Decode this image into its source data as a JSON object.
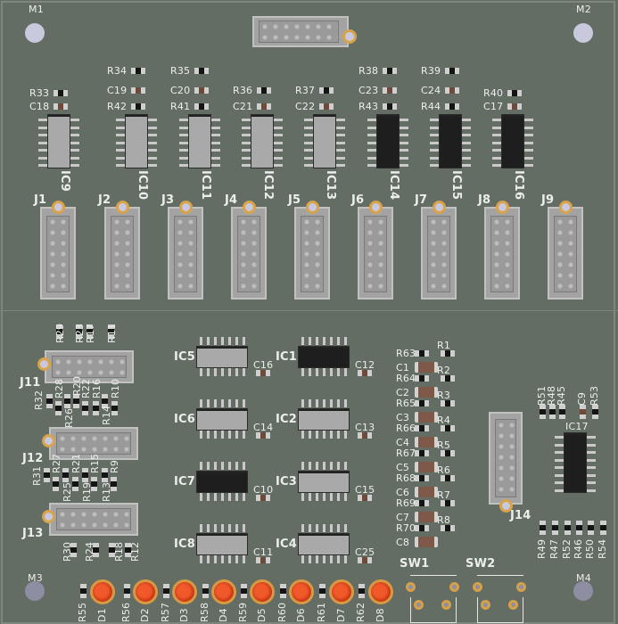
{
  "mounting_holes": [
    "M1",
    "M2",
    "M3",
    "M4"
  ],
  "top_ics": [
    "IC9",
    "IC10",
    "IC11",
    "IC12",
    "IC13",
    "IC14",
    "IC15",
    "IC16"
  ],
  "top_ic_body_colors": [
    "#a9a9a9",
    "#a9a9a9",
    "#a9a9a9",
    "#a9a9a9",
    "#a9a9a9",
    "#1e1e1e",
    "#1e1e1e",
    "#1e1e1e"
  ],
  "top_passives": [
    [
      "R33",
      "C18"
    ],
    [
      "R34",
      "C19",
      "R42"
    ],
    [
      "R35",
      "C20",
      "R41"
    ],
    [
      "R36",
      "C21"
    ],
    [
      "R37",
      "C22"
    ],
    [
      "R38",
      "C23",
      "R43"
    ],
    [
      "R39",
      "C24",
      "R44"
    ],
    [
      "R40",
      "C17"
    ]
  ],
  "top_connectors": [
    "J1",
    "J2",
    "J3",
    "J4",
    "J5",
    "J6",
    "J7",
    "J8",
    "J9"
  ],
  "left_connectors": [
    "J11",
    "J12",
    "J13"
  ],
  "left_resistors": {
    "above_j11": [
      "R29",
      "R23",
      "R17",
      "R11"
    ],
    "below_j11": [
      "R32",
      "R28",
      "R26",
      "R20",
      "R22",
      "R16",
      "R14",
      "R10"
    ],
    "below_j12": [
      "R31",
      "R27",
      "R25",
      "R21",
      "R19",
      "R15",
      "R13",
      "R9"
    ],
    "below_j13": [
      "R30",
      "R24",
      "R18",
      "R12"
    ]
  },
  "mid_ics": [
    "IC5",
    "IC1",
    "IC6",
    "IC2",
    "IC7",
    "IC3",
    "IC8",
    "IC4"
  ],
  "mid_ic_body_colors": [
    "#a9a9a9",
    "#1e1e1e",
    "#a9a9a9",
    "#a9a9a9",
    "#1e1e1e",
    "#a9a9a9",
    "#a9a9a9",
    "#a9a9a9"
  ],
  "mid_caps": [
    "C16",
    "C12",
    "C14",
    "C13",
    "C10",
    "C15",
    "C11",
    "C25"
  ],
  "right_column": {
    "left_resistors": [
      "R63",
      "R64",
      "R65",
      "R66",
      "R67",
      "R68",
      "R69",
      "R70"
    ],
    "caps": [
      "C1",
      "C2",
      "C3",
      "C4",
      "C5",
      "C6",
      "C7",
      "C8"
    ],
    "right_resistors": [
      "R1",
      "R2",
      "R3",
      "R4",
      "R5",
      "R6",
      "R7",
      "R8"
    ]
  },
  "j14": "J14",
  "ic17": "IC17",
  "ic17_top_parts": [
    "R51",
    "R48",
    "R45",
    "C9",
    "R53"
  ],
  "ic17_bottom_parts": [
    "R49",
    "R47",
    "R52",
    "R46",
    "R50",
    "R54"
  ],
  "switches": [
    "SW1",
    "SW2"
  ],
  "leds": [
    "D1",
    "D2",
    "D3",
    "D4",
    "D5",
    "D6",
    "D7",
    "D8"
  ],
  "led_resistors": [
    "R55",
    "R56",
    "R57",
    "R58",
    "R59",
    "R60",
    "R61",
    "R62"
  ],
  "colors": {
    "resistor": "#141414",
    "capacitor": "#6e4a3b",
    "board": "#636d64"
  }
}
